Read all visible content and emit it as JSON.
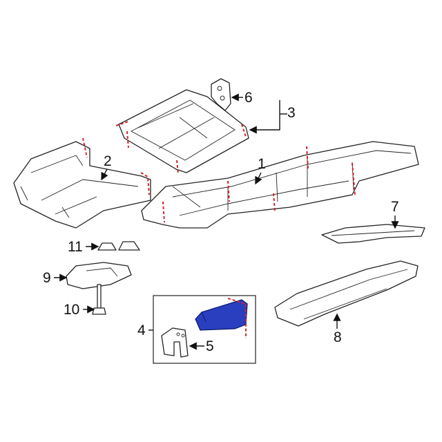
{
  "diagram": {
    "callouts": {
      "c1": "1",
      "c2": "2",
      "c3": "3",
      "c4": "4",
      "c5": "5",
      "c6": "6",
      "c7": "7",
      "c8": "8",
      "c9": "9",
      "c10": "10",
      "c11": "11"
    },
    "colors": {
      "highlight_part": "#2a3fbf",
      "cut_line": "#d0242a",
      "line": "#222222"
    }
  }
}
